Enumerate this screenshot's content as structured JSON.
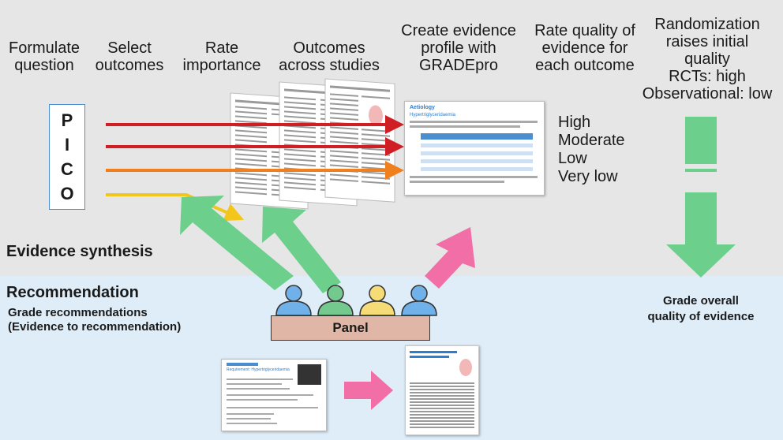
{
  "steps": {
    "formulate": "Formulate\nquestion",
    "select": "Select\noutcomes",
    "rate": "Rate\nimportance",
    "outcomes": "Outcomes\nacross studies",
    "create": "Create evidence\nprofile with\nGRADEpro",
    "quality": "Rate quality of\nevidence for\neach outcome",
    "randomization": "Randomization\nraises initial\nquality\nRCTs: high\nObservational: low"
  },
  "pico": [
    "P",
    "I",
    "C",
    "O"
  ],
  "quality_levels": [
    "High",
    "Moderate",
    "Low",
    "Very low"
  ],
  "section_labels": {
    "evidence_synthesis": "Evidence synthesis",
    "recommendation": "Recommendation",
    "grade_recommendations": "Grade recommendations\n(Evidence to recommendation)",
    "grade_overall": "Grade overall\nquality of evidence",
    "panel": "Panel"
  },
  "evidence_slide": {
    "title": "Aetiology",
    "subtitle": "Hypertriglyceridaemia"
  },
  "recommendation_slide": {
    "subtitle": "Requirement: Hypertriglyceridaemia"
  },
  "colors": {
    "top_band": "#e6e6e6",
    "bottom_band": "#deedf8",
    "red_arrow": "#d01f24",
    "orange_arrow": "#f07f1e",
    "yellow_arrow": "#f3c61b",
    "green_arrow": "#6ccf8b",
    "pink_arrow": "#f26ea6",
    "person_blue": "#6fb1e8",
    "person_green": "#74c98f",
    "person_yellow": "#f6dc76",
    "panel_fill": "#e0b7a6"
  }
}
